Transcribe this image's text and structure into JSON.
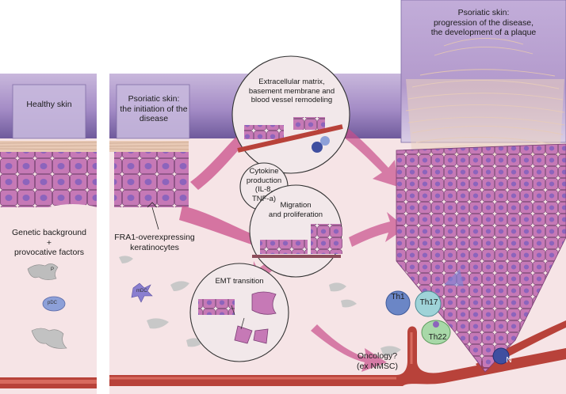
{
  "panels": {
    "healthy": {
      "title": "Healthy skin"
    },
    "initiation": {
      "title": "Psoriatic skin:\nthe initiation of the\ndisease"
    },
    "plaque": {
      "title": "Psoriatic skin:\nprogression of the disease,\nthe development of a plaque"
    }
  },
  "labels": {
    "genetic": "Genetic background\n+\nprovocative factors",
    "fra1": "FRA1-overexpressing\nkeratinocytes",
    "oncology": "Oncology?\n(ex NMSC)"
  },
  "circles": {
    "ecm": "Extracellular matrix,\nbasement membrane and\nblood vessel remodeling",
    "cytokine": "Cytokine\nproduction\n(IL-8,\nTNF-a)",
    "migration": "Migration\nand proliferation",
    "emt": "EMT transition"
  },
  "cells": {
    "p": "P",
    "pdc": "pDC",
    "mdc": "mDC",
    "th1": "Th1",
    "th17": "Th17",
    "th22": "Th22",
    "n": "N"
  },
  "colors": {
    "dermis": "#f6e4e6",
    "epidermis": "#c679b6",
    "cell_nucleus": "#8c64bc",
    "stratum_corneum": "#e8c9b5",
    "arrow": "#c94f8a",
    "vessel": "#b8423a",
    "header_top": "#b9a5cf",
    "header_bottom": "#6f5a9c"
  }
}
